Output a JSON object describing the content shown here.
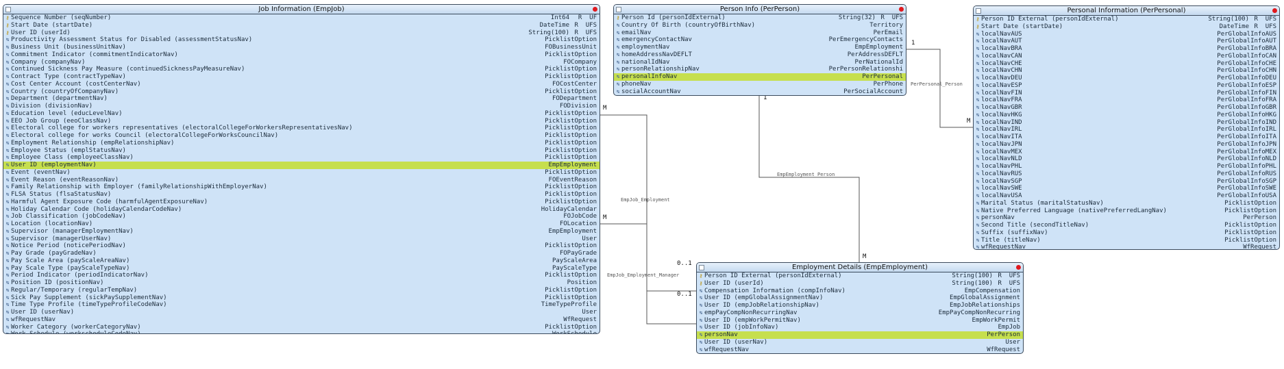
{
  "entities": {
    "job_info": {
      "title": "Job Information (EmpJob)",
      "rows": [
        {
          "icon": "key",
          "label": "Sequence Number (seqNumber)",
          "type": "Int64",
          "flags": "R  UF"
        },
        {
          "icon": "key",
          "label": "Start Date (startDate)",
          "type": "DateTime",
          "flags": "R  UFS"
        },
        {
          "icon": "key",
          "label": "User ID (userId)",
          "type": "String(100)",
          "flags": "R  UFS"
        },
        {
          "icon": "nav",
          "label": "Productivity Assessment Status for Disabled (assessmentStatusNav)",
          "type": "PicklistOption"
        },
        {
          "icon": "nav",
          "label": "Business Unit (businessUnitNav)",
          "type": "FOBusinessUnit"
        },
        {
          "icon": "nav",
          "label": "Commitment Indicator (commitmentIndicatorNav)",
          "type": "PicklistOption"
        },
        {
          "icon": "nav",
          "label": "Company (companyNav)",
          "type": "FOCompany"
        },
        {
          "icon": "nav",
          "label": "Continued Sickness Pay Measure (continuedSicknessPayMeasureNav)",
          "type": "PicklistOption"
        },
        {
          "icon": "nav",
          "label": "Contract Type (contractTypeNav)",
          "type": "PicklistOption"
        },
        {
          "icon": "nav",
          "label": "Cost Center Account (costCenterNav)",
          "type": "FOCostCenter"
        },
        {
          "icon": "nav",
          "label": "Country (countryOfCompanyNav)",
          "type": "PicklistOption"
        },
        {
          "icon": "nav",
          "label": "Department (departmentNav)",
          "type": "FODepartment"
        },
        {
          "icon": "nav",
          "label": "Division (divisionNav)",
          "type": "FODivision"
        },
        {
          "icon": "nav",
          "label": "Education level (educLevelNav)",
          "type": "PicklistOption"
        },
        {
          "icon": "nav",
          "label": "EEO Job Group (eeoClassNav)",
          "type": "PicklistOption"
        },
        {
          "icon": "nav",
          "label": " Electoral college for workers representatives (electoralCollegeForWorkersRepresentativesNav)",
          "type": "PicklistOption"
        },
        {
          "icon": "nav",
          "label": " Electoral college for works Council (electoralCollegeForWorksCouncilNav)",
          "type": "PicklistOption"
        },
        {
          "icon": "nav",
          "label": "Employment Relationship (empRelationshipNav)",
          "type": "PicklistOption"
        },
        {
          "icon": "nav",
          "label": "Employee Status (emplStatusNav)",
          "type": "PicklistOption"
        },
        {
          "icon": "nav",
          "label": "Employee Class (employeeClassNav)",
          "type": "PicklistOption"
        },
        {
          "icon": "nav",
          "label": "User ID (employmentNav)",
          "type": "EmpEmployment",
          "hl": true
        },
        {
          "icon": "nav",
          "label": "Event (eventNav)",
          "type": "PicklistOption"
        },
        {
          "icon": "nav",
          "label": "Event Reason (eventReasonNav)",
          "type": "FOEventReason"
        },
        {
          "icon": "nav",
          "label": "Family Relationship with Employer (familyRelationshipWithEmployerNav)",
          "type": "PicklistOption"
        },
        {
          "icon": "nav",
          "label": "FLSA Status (flsaStatusNav)",
          "type": "PicklistOption"
        },
        {
          "icon": "nav",
          "label": "Harmful Agent Exposure Code (harmfulAgentExposureNav)",
          "type": "PicklistOption"
        },
        {
          "icon": "nav",
          "label": "Holiday Calendar Code (holidayCalendarCodeNav)",
          "type": "HolidayCalendar"
        },
        {
          "icon": "nav",
          "label": "Job Classification (jobCodeNav)",
          "type": "FOJobCode"
        },
        {
          "icon": "nav",
          "label": "Location (locationNav)",
          "type": "FOLocation"
        },
        {
          "icon": "nav",
          "label": "Supervisor (managerEmploymentNav)",
          "type": "EmpEmployment"
        },
        {
          "icon": "nav",
          "label": "Supervisor (managerUserNav)",
          "type": "User"
        },
        {
          "icon": "nav",
          "label": "Notice Period (noticePeriodNav)",
          "type": "PicklistOption"
        },
        {
          "icon": "nav",
          "label": "Pay Grade (payGradeNav)",
          "type": "FOPayGrade"
        },
        {
          "icon": "nav",
          "label": "Pay Scale Area (payScaleAreaNav)",
          "type": "PayScaleArea"
        },
        {
          "icon": "nav",
          "label": "Pay Scale Type (payScaleTypeNav)",
          "type": "PayScaleType"
        },
        {
          "icon": "nav",
          "label": "Period Indicator (periodIndicatorNav)",
          "type": "PicklistOption"
        },
        {
          "icon": "nav",
          "label": "Position ID (positionNav)",
          "type": "Position"
        },
        {
          "icon": "nav",
          "label": "Regular/Temporary (regularTempNav)",
          "type": "PicklistOption"
        },
        {
          "icon": "nav",
          "label": "Sick Pay Supplement (sickPaySupplementNav)",
          "type": "PicklistOption"
        },
        {
          "icon": "nav",
          "label": "Time Type Profile (timeTypeProfileCodeNav)",
          "type": "TimeTypeProfile"
        },
        {
          "icon": "nav",
          "label": "User ID (userNav)",
          "type": "User"
        },
        {
          "icon": "nav",
          "label": "wfRequestNav",
          "type": "WfRequest"
        },
        {
          "icon": "nav",
          "label": "Worker Category (workerCategoryNav)",
          "type": "PicklistOption"
        },
        {
          "icon": "nav",
          "label": "Work Schedule (workscheduleCodeNav)",
          "type": "WorkSchedule"
        }
      ]
    },
    "person_info": {
      "title": "Person Info (PerPerson)",
      "rows": [
        {
          "icon": "key",
          "label": "Person Id (personIdExternal)",
          "type": "String(32)",
          "flags": "R  UFS"
        },
        {
          "icon": "nav",
          "label": "Country Of Birth (countryOfBirthNav)",
          "type": "Territory"
        },
        {
          "icon": "nav",
          "label": "emailNav",
          "type": "PerEmail"
        },
        {
          "icon": "nav",
          "label": "emergencyContactNav",
          "type": "PerEmergencyContacts"
        },
        {
          "icon": "nav",
          "label": "employmentNav",
          "type": "EmpEmployment"
        },
        {
          "icon": "nav",
          "label": "homeAddressNavDEFLT",
          "type": "PerAddressDEFLT"
        },
        {
          "icon": "nav",
          "label": "nationalIdNav",
          "type": "PerNationalId"
        },
        {
          "icon": "nav",
          "label": "personRelationshipNav",
          "type": "PerPersonRelationshi"
        },
        {
          "icon": "nav",
          "label": "personalInfoNav",
          "type": "PerPersonal",
          "hl": true
        },
        {
          "icon": "nav",
          "label": "phoneNav",
          "type": "PerPhone"
        },
        {
          "icon": "nav",
          "label": "socialAccountNav",
          "type": "PerSocialAccount"
        }
      ]
    },
    "personal_info": {
      "title": "Personal Information (PerPersonal)",
      "rows": [
        {
          "icon": "key",
          "label": "Person ID External (personIdExternal)",
          "type": "String(100)",
          "flags": "R  UFS"
        },
        {
          "icon": "key",
          "label": "Start Date (startDate)",
          "type": "DateTime",
          "flags": "R  UFS"
        },
        {
          "icon": "nav",
          "label": "localNavAUS",
          "type": "PerGlobalInfoAUS"
        },
        {
          "icon": "nav",
          "label": "localNavAUT",
          "type": "PerGlobalInfoAUT"
        },
        {
          "icon": "nav",
          "label": "localNavBRA",
          "type": "PerGlobalInfoBRA"
        },
        {
          "icon": "nav",
          "label": "localNavCAN",
          "type": "PerGlobalInfoCAN"
        },
        {
          "icon": "nav",
          "label": "localNavCHE",
          "type": "PerGlobalInfoCHE"
        },
        {
          "icon": "nav",
          "label": "localNavCHN",
          "type": "PerGlobalInfoCHN"
        },
        {
          "icon": "nav",
          "label": "localNavDEU",
          "type": "PerGlobalInfoDEU"
        },
        {
          "icon": "nav",
          "label": "localNavESP",
          "type": "PerGlobalInfoESP"
        },
        {
          "icon": "nav",
          "label": "localNavFIN",
          "type": "PerGlobalInfoFIN"
        },
        {
          "icon": "nav",
          "label": "localNavFRA",
          "type": "PerGlobalInfoFRA"
        },
        {
          "icon": "nav",
          "label": "localNavGBR",
          "type": "PerGlobalInfoGBR"
        },
        {
          "icon": "nav",
          "label": "localNavHKG",
          "type": "PerGlobalInfoHKG"
        },
        {
          "icon": "nav",
          "label": "localNavIND",
          "type": "PerGlobalInfoIND"
        },
        {
          "icon": "nav",
          "label": "localNavIRL",
          "type": "PerGlobalInfoIRL"
        },
        {
          "icon": "nav",
          "label": "localNavITA",
          "type": "PerGlobalInfoITA"
        },
        {
          "icon": "nav",
          "label": "localNavJPN",
          "type": "PerGlobalInfoJPN"
        },
        {
          "icon": "nav",
          "label": "localNavMEX",
          "type": "PerGlobalInfoMEX"
        },
        {
          "icon": "nav",
          "label": "localNavNLD",
          "type": "PerGlobalInfoNLD"
        },
        {
          "icon": "nav",
          "label": "localNavPHL",
          "type": "PerGlobalInfoPHL"
        },
        {
          "icon": "nav",
          "label": "localNavRUS",
          "type": "PerGlobalInfoRUS"
        },
        {
          "icon": "nav",
          "label": "localNavSGP",
          "type": "PerGlobalInfoSGP"
        },
        {
          "icon": "nav",
          "label": "localNavSWE",
          "type": "PerGlobalInfoSWE"
        },
        {
          "icon": "nav",
          "label": "localNavUSA",
          "type": "PerGlobalInfoUSA"
        },
        {
          "icon": "nav",
          "label": "Marital Status (maritalStatusNav)",
          "type": "PicklistOption"
        },
        {
          "icon": "nav",
          "label": "Native Preferred Language (nativePreferredLangNav)",
          "type": "PicklistOption"
        },
        {
          "icon": "nav",
          "label": "personNav",
          "type": "PerPerson"
        },
        {
          "icon": "nav",
          "label": "Second Title (secondTitleNav)",
          "type": "PicklistOption"
        },
        {
          "icon": "nav",
          "label": "Suffix (suffixNav)",
          "type": "PicklistOption"
        },
        {
          "icon": "nav",
          "label": "Title (titleNav)",
          "type": "PicklistOption"
        },
        {
          "icon": "nav",
          "label": "wfRequestNav",
          "type": "WfRequest"
        }
      ]
    },
    "employment_details": {
      "title": "Employment Details (EmpEmployment)",
      "rows": [
        {
          "icon": "key",
          "label": "Person ID External (personIdExternal)",
          "type": "String(100)",
          "flags": "R  UFS"
        },
        {
          "icon": "key",
          "label": "User ID (userId)",
          "type": "String(100)",
          "flags": "R  UFS"
        },
        {
          "icon": "nav",
          "label": "Compensation Information (compInfoNav)",
          "type": "EmpCompensation"
        },
        {
          "icon": "nav",
          "label": "User ID (empGlobalAssignmentNav)",
          "type": "EmpGlobalAssignment"
        },
        {
          "icon": "nav",
          "label": "User ID (empJobRelationshipNav)",
          "type": "EmpJobRelationships"
        },
        {
          "icon": "nav",
          "label": "empPayCompNonRecurringNav",
          "type": "EmpPayCompNonRecurring"
        },
        {
          "icon": "nav",
          "label": "User ID (empWorkPermitNav)",
          "type": "EmpWorkPermit"
        },
        {
          "icon": "nav",
          "label": "User ID (jobInfoNav)",
          "type": "EmpJob"
        },
        {
          "icon": "nav",
          "label": "personNav",
          "type": "PerPerson",
          "hl": true
        },
        {
          "icon": "nav",
          "label": "User ID (userNav)",
          "type": "User"
        },
        {
          "icon": "nav",
          "label": "wfRequestNav",
          "type": "WfRequest"
        }
      ]
    }
  },
  "relationships": [
    {
      "name": "EmpJob_Employment",
      "from_card": "M",
      "to_card": "0..1"
    },
    {
      "name": "EmpJob_Employment_Manager",
      "from_card": "M",
      "to_card": "0..1"
    },
    {
      "name": "EmpEmployment_Person",
      "from_card": "1",
      "to_card": "M"
    },
    {
      "name": "PerPersonal_Person",
      "from_card": "1",
      "to_card": "M"
    }
  ]
}
